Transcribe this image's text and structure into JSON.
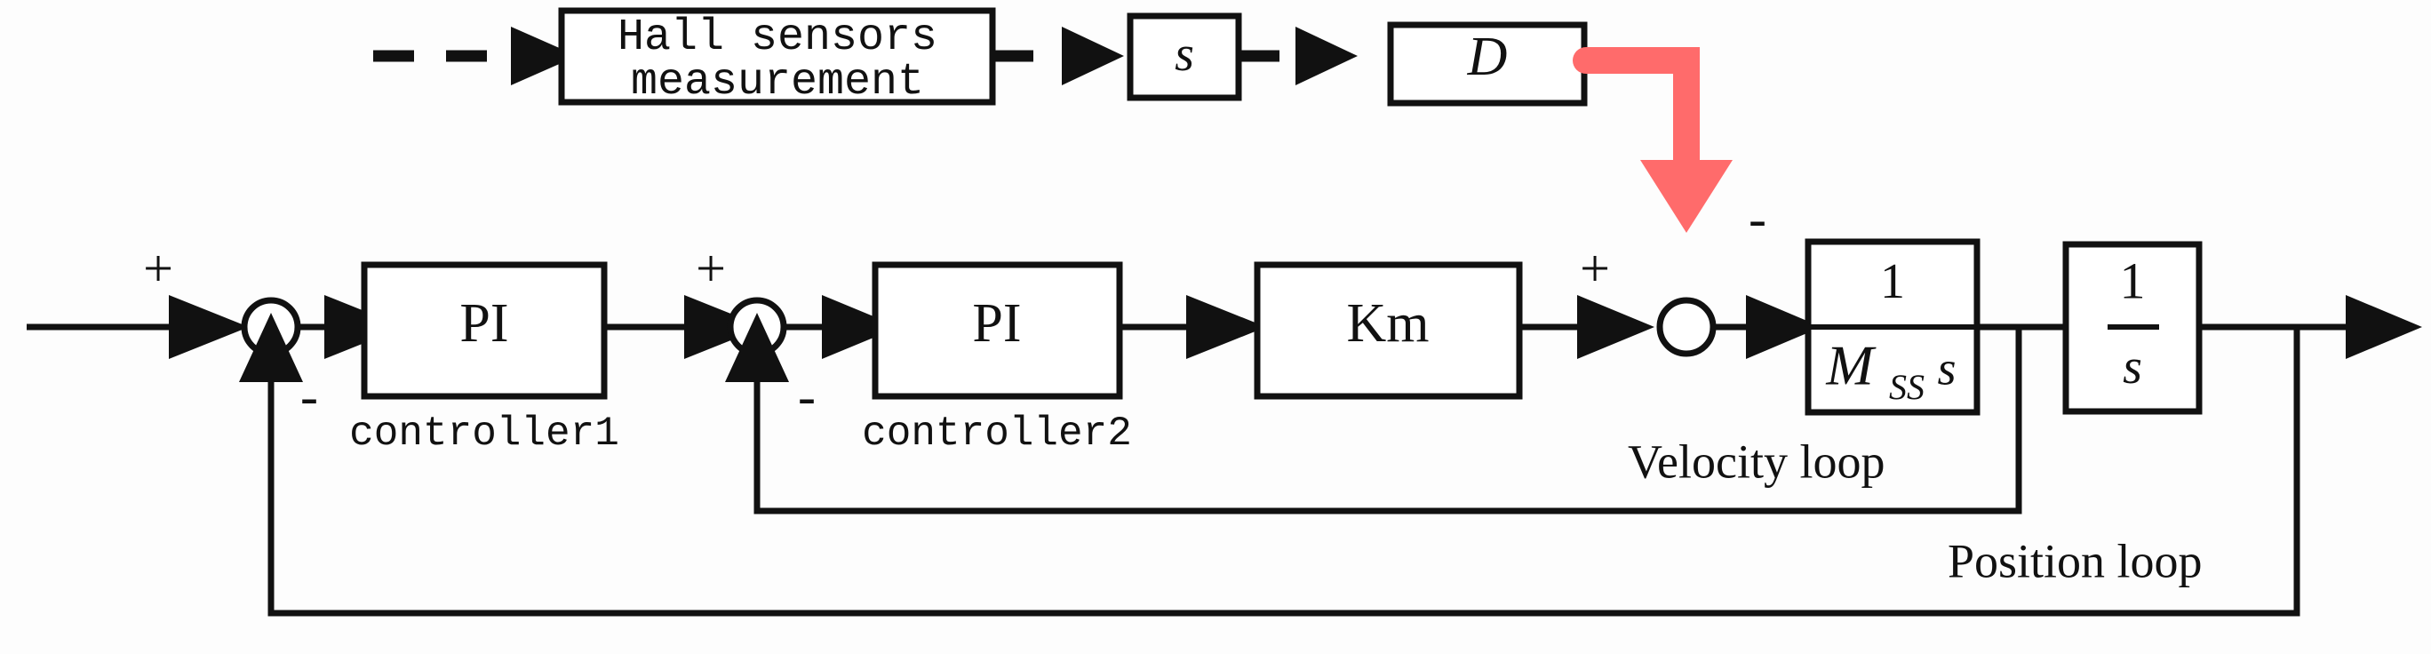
{
  "diagram": {
    "title": "Cascaded position-velocity control loop block diagram",
    "background_color": "#fdfdfd",
    "line_color": "#111111",
    "accent_color": "#FF6B6B"
  },
  "blocks": {
    "hall": {
      "label_line1": "Hall sensors",
      "label_line2": "measurement"
    },
    "s_derivative": {
      "label": "s"
    },
    "damping": {
      "label": "D"
    },
    "pi1": {
      "label": "PI",
      "caption": "controller1"
    },
    "pi2": {
      "label": "PI",
      "caption": "controller2"
    },
    "km": {
      "label": "Km"
    },
    "plant": {
      "numerator": "1",
      "denom_main": "M",
      "denom_sub": "SS",
      "denom_tail": "s"
    },
    "integrator": {
      "numerator": "1",
      "denominator": "s"
    }
  },
  "signs": {
    "sum1_plus": "+",
    "sum1_minus": "-",
    "sum2_plus": "+",
    "sum2_minus": "-",
    "sum3_plus": "+",
    "sum3_minus": "-"
  },
  "loop_labels": {
    "velocity": "Velocity loop",
    "position": "Position loop"
  }
}
